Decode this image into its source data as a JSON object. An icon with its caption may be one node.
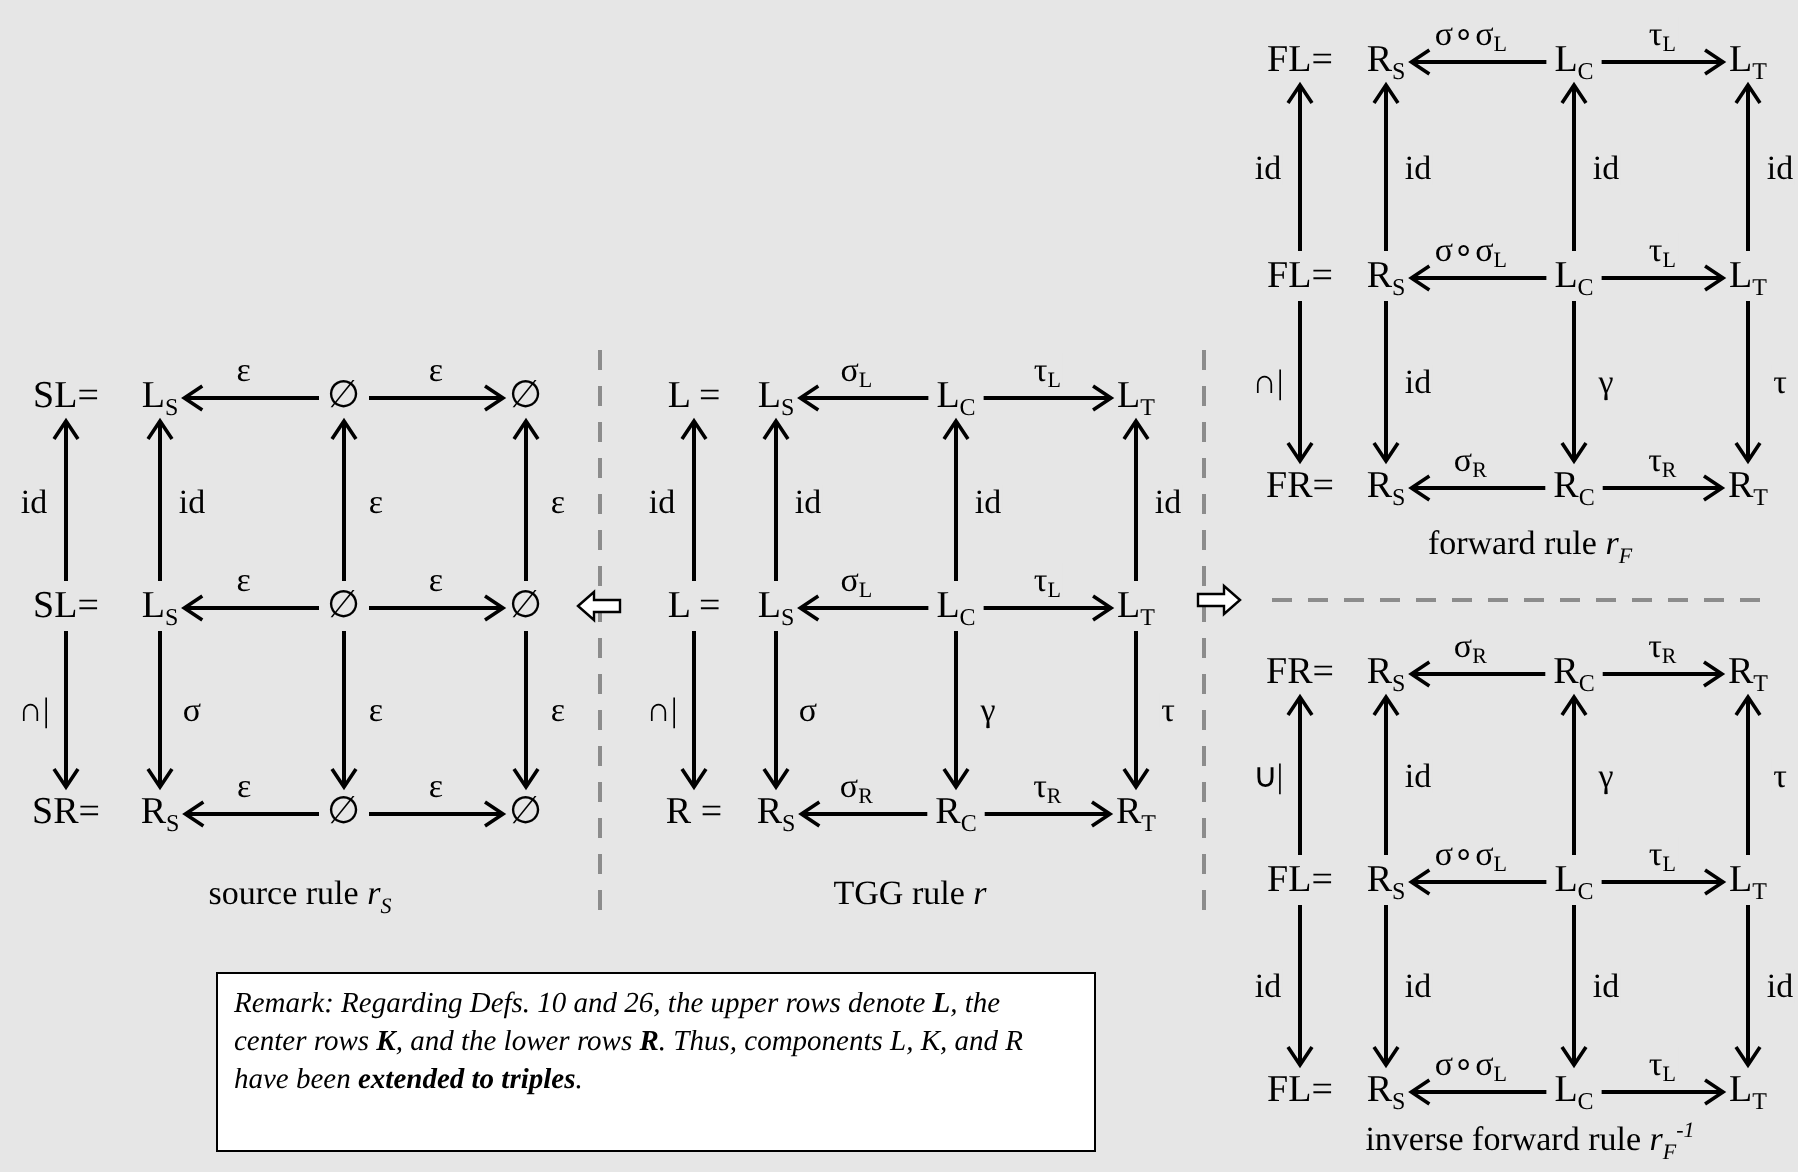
{
  "diagram": {
    "nodes": [
      {
        "text": [
          "SL="
        ]
      },
      {
        "text": [
          "L$_{S}$"
        ]
      },
      {
        "text": [
          "∅"
        ]
      },
      {
        "text": [
          "∅"
        ]
      },
      {
        "text": [
          "SL="
        ]
      },
      {
        "text": [
          "L$_{S}$"
        ]
      },
      {
        "text": [
          "∅"
        ]
      },
      {
        "text": [
          "∅"
        ]
      },
      {
        "text": [
          "SR="
        ]
      },
      {
        "text": [
          "R$_{S}$"
        ]
      },
      {
        "text": [
          "∅"
        ]
      },
      {
        "text": [
          "∅"
        ]
      },
      {
        "text": [
          "L ="
        ]
      },
      {
        "text": [
          "L$_{S}$"
        ]
      },
      {
        "text": [
          "L$_{C}$"
        ]
      },
      {
        "text": [
          "L$_{T}$"
        ]
      },
      {
        "text": [
          "L ="
        ]
      },
      {
        "text": [
          "L$_{S}$"
        ]
      },
      {
        "text": [
          "L$_{C}$"
        ]
      },
      {
        "text": [
          "L$_{T}$"
        ]
      },
      {
        "text": [
          "R ="
        ]
      },
      {
        "text": [
          "R$_{S}$"
        ]
      },
      {
        "text": [
          "R$_{C}$"
        ]
      },
      {
        "text": [
          "R$_{T}$"
        ]
      },
      {
        "text": [
          "FL="
        ]
      },
      {
        "text": [
          "R$_{S}$"
        ]
      },
      {
        "text": [
          "L$_{C}$"
        ]
      },
      {
        "text": [
          "L$_{T}$"
        ]
      },
      {
        "text": [
          "FL="
        ]
      },
      {
        "text": [
          "R$_{S}$"
        ]
      },
      {
        "text": [
          "L$_{C}$"
        ]
      },
      {
        "text": [
          "L$_{T}$"
        ]
      },
      {
        "text": [
          "FR="
        ]
      },
      {
        "text": [
          "R$_{S}$"
        ]
      },
      {
        "text": [
          "R$_{C}$"
        ]
      },
      {
        "text": [
          "R$_{T}$"
        ]
      },
      {
        "text": [
          "FR="
        ]
      },
      {
        "text": [
          "R$_{S}$"
        ]
      },
      {
        "text": [
          "R$_{C}$"
        ]
      },
      {
        "text": [
          "R$_{T}$"
        ]
      },
      {
        "text": [
          "FL="
        ]
      },
      {
        "text": [
          "R$_{S}$"
        ]
      },
      {
        "text": [
          "L$_{C}$"
        ]
      },
      {
        "text": [
          "L$_{T}$"
        ]
      },
      {
        "text": [
          "FL="
        ]
      },
      {
        "text": [
          "R$_{S}$"
        ]
      },
      {
        "text": [
          "L$_{C}$"
        ]
      },
      {
        "text": [
          "L$_{T}$"
        ]
      },
      {
        "text": [
          "Remark: Regarding Defs. 10 and 26, the upper rows denote **L**, the center rows **K**, and the lower rows **R**. Thus, components L, K, and R have been **extended to triples**."
        ]
      }
    ],
    "edges": [
      {
        "from": 2,
        "to": 1,
        "arrow": "to",
        "label": "ε"
      },
      {
        "from": 2,
        "to": 3,
        "arrow": "to",
        "label": "ε"
      },
      {
        "from": 6,
        "to": 5,
        "arrow": "to",
        "label": "ε"
      },
      {
        "from": 6,
        "to": 7,
        "arrow": "to",
        "label": "ε"
      },
      {
        "from": 10,
        "to": 9,
        "arrow": "to",
        "label": "ε"
      },
      {
        "from": 10,
        "to": 11,
        "arrow": "to",
        "label": "ε"
      },
      {
        "from": 4,
        "to": 0,
        "arrow": "to",
        "label": "id"
      },
      {
        "from": 5,
        "to": 1,
        "arrow": "to",
        "label": "id"
      },
      {
        "from": 6,
        "to": 2,
        "arrow": "to",
        "label": "ε"
      },
      {
        "from": 7,
        "to": 3,
        "arrow": "to",
        "label": "ε"
      },
      {
        "from": 4,
        "to": 8,
        "arrow": "to",
        "label": "∩|"
      },
      {
        "from": 5,
        "to": 9,
        "arrow": "to",
        "label": "σ"
      },
      {
        "from": 6,
        "to": 10,
        "arrow": "to",
        "label": "ε"
      },
      {
        "from": 7,
        "to": 11,
        "arrow": "to",
        "label": "ε"
      },
      {
        "from": 14,
        "to": 13,
        "arrow": "to",
        "label": "σ$_{L}$"
      },
      {
        "from": 14,
        "to": 15,
        "arrow": "to",
        "label": "τ$_{L}$"
      },
      {
        "from": 18,
        "to": 17,
        "arrow": "to",
        "label": "σ$_{L}$"
      },
      {
        "from": 18,
        "to": 19,
        "arrow": "to",
        "label": "τ$_{L}$"
      },
      {
        "from": 22,
        "to": 21,
        "arrow": "to",
        "label": "σ$_{R}$"
      },
      {
        "from": 22,
        "to": 23,
        "arrow": "to",
        "label": "τ$_{R}$"
      },
      {
        "from": 16,
        "to": 12,
        "arrow": "to",
        "label": "id"
      },
      {
        "from": 17,
        "to": 13,
        "arrow": "to",
        "label": "id"
      },
      {
        "from": 18,
        "to": 14,
        "arrow": "to",
        "label": "id"
      },
      {
        "from": 19,
        "to": 15,
        "arrow": "to",
        "label": "id"
      },
      {
        "from": 16,
        "to": 20,
        "arrow": "to",
        "label": "∩|"
      },
      {
        "from": 17,
        "to": 21,
        "arrow": "to",
        "label": "σ"
      },
      {
        "from": 18,
        "to": 22,
        "arrow": "to",
        "label": "γ"
      },
      {
        "from": 19,
        "to": 23,
        "arrow": "to",
        "label": "τ"
      },
      {
        "from": 26,
        "to": 25,
        "arrow": "to",
        "label": "σ∘σ$_{L}$"
      },
      {
        "from": 26,
        "to": 27,
        "arrow": "to",
        "label": "τ$_{L}$"
      },
      {
        "from": 30,
        "to": 29,
        "arrow": "to",
        "label": "σ∘σ$_{L}$"
      },
      {
        "from": 30,
        "to": 31,
        "arrow": "to",
        "label": "τ$_{L}$"
      },
      {
        "from": 34,
        "to": 33,
        "arrow": "to",
        "label": "σ$_{R}$"
      },
      {
        "from": 34,
        "to": 35,
        "arrow": "to",
        "label": "τ$_{R}$"
      },
      {
        "from": 28,
        "to": 24,
        "arrow": "to",
        "label": "id"
      },
      {
        "from": 29,
        "to": 25,
        "arrow": "to",
        "label": "id"
      },
      {
        "from": 30,
        "to": 26,
        "arrow": "to",
        "label": "id"
      },
      {
        "from": 31,
        "to": 27,
        "arrow": "to",
        "label": "id"
      },
      {
        "from": 28,
        "to": 32,
        "arrow": "to",
        "label": "∩|"
      },
      {
        "from": 29,
        "to": 33,
        "arrow": "to",
        "label": "id"
      },
      {
        "from": 30,
        "to": 34,
        "arrow": "to",
        "label": "γ"
      },
      {
        "from": 31,
        "to": 35,
        "arrow": "to",
        "label": "τ"
      },
      {
        "from": 38,
        "to": 37,
        "arrow": "to",
        "label": "σ$_{R}$"
      },
      {
        "from": 38,
        "to": 39,
        "arrow": "to",
        "label": "τ$_{R}$"
      },
      {
        "from": 42,
        "to": 41,
        "arrow": "to",
        "label": "σ∘σ$_{L}$"
      },
      {
        "from": 42,
        "to": 43,
        "arrow": "to",
        "label": "τ$_{L}$"
      },
      {
        "from": 46,
        "to": 45,
        "arrow": "to",
        "label": "σ∘σ$_{L}$"
      },
      {
        "from": 46,
        "to": 47,
        "arrow": "to",
        "label": "τ$_{L}$"
      },
      {
        "from": 40,
        "to": 36,
        "arrow": "to",
        "label": "∪|"
      },
      {
        "from": 41,
        "to": 37,
        "arrow": "to",
        "label": "id"
      },
      {
        "from": 42,
        "to": 38,
        "arrow": "to",
        "label": "γ"
      },
      {
        "from": 43,
        "to": 39,
        "arrow": "to",
        "label": "τ"
      },
      {
        "from": 40,
        "to": 44,
        "arrow": "to",
        "label": "id"
      },
      {
        "from": 41,
        "to": 45,
        "arrow": "to",
        "label": "id"
      },
      {
        "from": 42,
        "to": 46,
        "arrow": "to",
        "label": "id"
      },
      {
        "from": 43,
        "to": 47,
        "arrow": "to",
        "label": "id"
      }
    ],
    "labels": [
      "forward rule *r*$_{F}$",
      "source rule *r*$_{S}$",
      "TGG rule *r*",
      "inverse forward rule *r*$_{F}$$^{-1}$"
    ]
  }
}
